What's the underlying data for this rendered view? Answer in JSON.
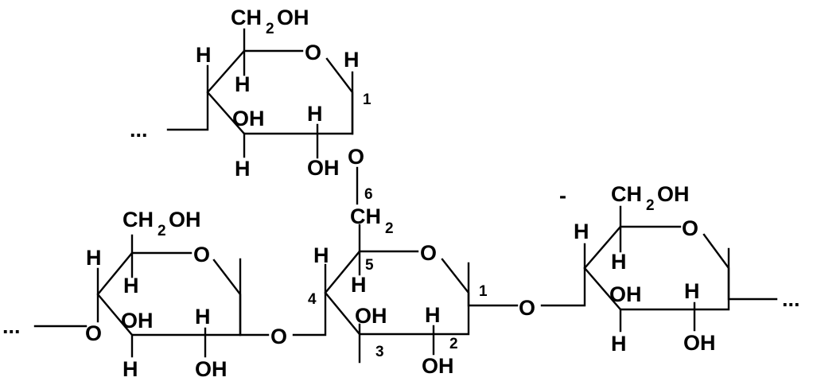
{
  "labels": {
    "ch2oh_top": [
      "CH",
      "2",
      "OH"
    ],
    "ch2oh_left": [
      "CH",
      "2",
      "OH"
    ],
    "ch2oh_right": [
      "CH",
      "2",
      "OH"
    ],
    "ch2": [
      "CH",
      "2"
    ],
    "ring_o": "O",
    "link_o": "O",
    "h": "H",
    "oh": "OH",
    "ellipsis": "...",
    "dash": "-"
  },
  "positions": {
    "n1_top": "1",
    "n6": "6",
    "n5": "5",
    "n4": "4",
    "n3": "3",
    "n2": "2",
    "n1_mid": "1"
  }
}
